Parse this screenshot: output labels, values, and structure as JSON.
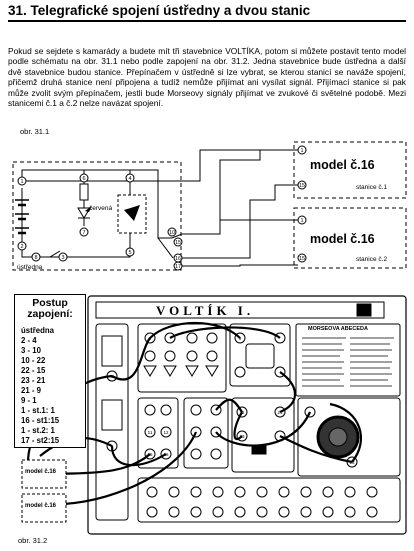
{
  "title": "31. Telegrafické spojení ústředny a dvou stanic",
  "intro": "Pokud se sejdete s kamarády a budete mít tři stavebnice VOLTÍKA, potom si můžete postavit tento model podle schématu na obr. 31.1 nebo podle zapojení na obr. 31.2. Jedna stavebnice bude ústředna a další dvě stavebnice budou stanice. Přepínačem v ústředně si lze vybrat, se kterou stanicí se naváže spojení, přičemž druhá stanice není připojena a tudíž nemůže přijímat ani vysílat signál. Přijímací stanice si pak může zvolit svým přepínačem, jestli bude Morseovy signály přijímat ve zvukové či světelné podobě. Mezi stanicemi č.1 a č.2 nelze navázat spojení.",
  "fig1": {
    "label": "obr. 31.1",
    "central_label": "ústředna",
    "led_label": "červená",
    "station1": {
      "model": "model č.16",
      "stanice": "stanice č.1"
    },
    "station2": {
      "model": "model č.16",
      "stanice": "stanice č.2"
    }
  },
  "fig2": {
    "label": "obr. 31.2",
    "brand": "VOLTÍK I.",
    "morse_title": "MORSEOVA ABECEDA",
    "steps_title": "Postup zapojení:",
    "steps": [
      "ústředna",
      "2 - 4",
      "3 - 10",
      "10 - 22",
      "22 - 15",
      "23 - 21",
      "21 - 9",
      "9 - 1",
      "1 - st.1: 1",
      "16 - st1:15",
      "1 - st.2: 1",
      "17 - st2:15"
    ],
    "mini_model1": "model č.16",
    "mini_model2": "model č.16"
  }
}
